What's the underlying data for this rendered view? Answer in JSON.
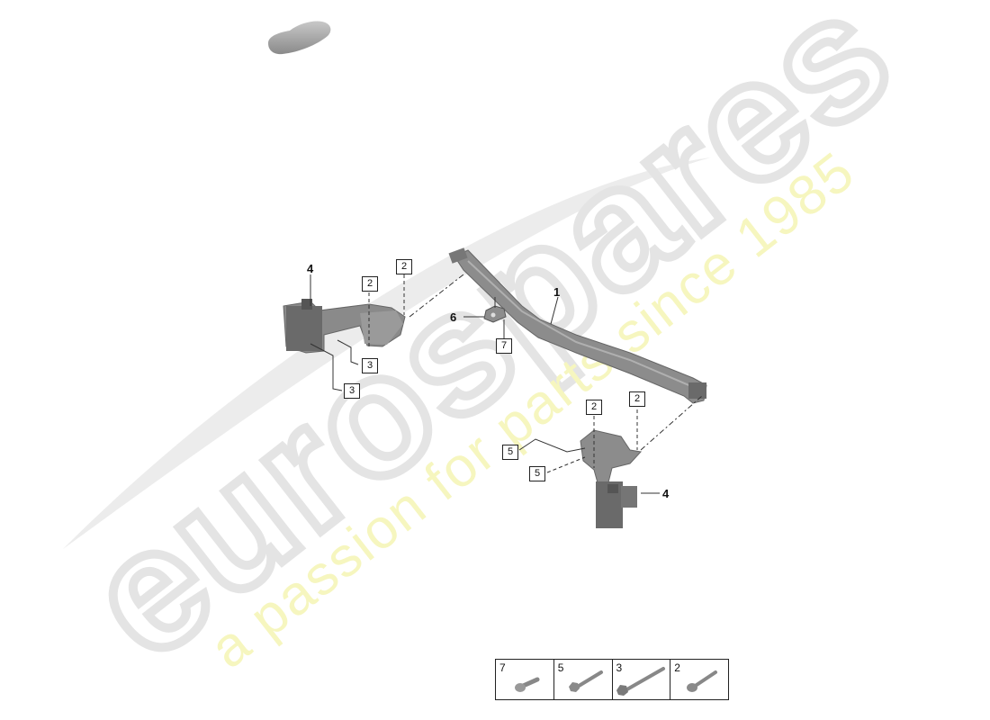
{
  "diagram": {
    "title": "Cross member / bracket assembly exploded parts diagram",
    "thumbnail": {
      "icon": "car-silhouette-icon"
    },
    "watermark": {
      "brand_text": "eurospares",
      "tagline_text": "a passion for parts since 1985",
      "brand_color": "#e6e6e6",
      "tagline_color": "#f4f4b0"
    },
    "callouts": [
      {
        "id": "c4a",
        "label": "4",
        "type": "plain"
      },
      {
        "id": "c2a",
        "label": "2",
        "type": "boxed"
      },
      {
        "id": "c2b",
        "label": "2",
        "type": "boxed"
      },
      {
        "id": "c3a",
        "label": "3",
        "type": "boxed"
      },
      {
        "id": "c3b",
        "label": "3",
        "type": "boxed"
      },
      {
        "id": "c1",
        "label": "1",
        "type": "plain"
      },
      {
        "id": "c6",
        "label": "6",
        "type": "plain"
      },
      {
        "id": "c7",
        "label": "7",
        "type": "boxed"
      },
      {
        "id": "c2c",
        "label": "2",
        "type": "boxed"
      },
      {
        "id": "c2d",
        "label": "2",
        "type": "boxed"
      },
      {
        "id": "c5a",
        "label": "5",
        "type": "boxed"
      },
      {
        "id": "c5b",
        "label": "5",
        "type": "boxed"
      },
      {
        "id": "c4b",
        "label": "4",
        "type": "plain"
      }
    ],
    "parts": [
      {
        "ref": "1",
        "name": "cross member"
      },
      {
        "ref": "2",
        "name": "bolt"
      },
      {
        "ref": "3",
        "name": "bolt"
      },
      {
        "ref": "4",
        "name": "bracket"
      },
      {
        "ref": "5",
        "name": "bolt"
      },
      {
        "ref": "6",
        "name": "clip plate"
      },
      {
        "ref": "7",
        "name": "screw"
      }
    ],
    "fastener_legend": [
      {
        "label": "7",
        "icon": "short-screw-icon"
      },
      {
        "label": "5",
        "icon": "hex-bolt-icon"
      },
      {
        "label": "3",
        "icon": "long-hex-bolt-icon"
      },
      {
        "label": "2",
        "icon": "flange-bolt-icon"
      }
    ],
    "colors": {
      "part_fill": "#8c8c8c",
      "part_dark": "#5f5f5f",
      "part_light": "#b4b4b4",
      "line": "#333333"
    }
  }
}
